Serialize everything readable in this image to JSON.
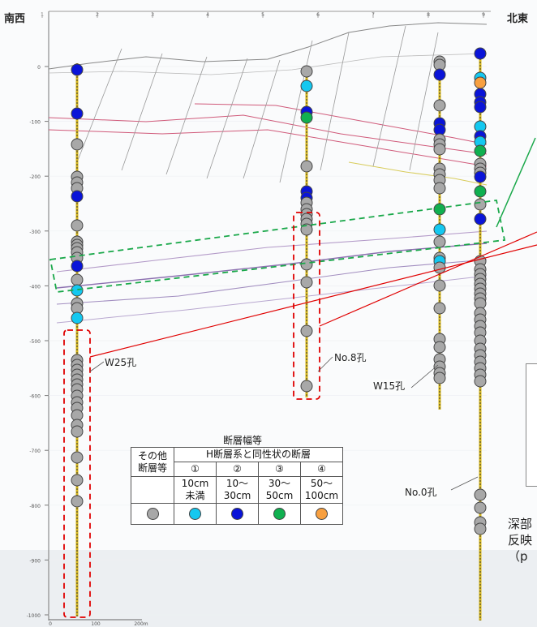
{
  "header": {
    "left_direction": "南西",
    "right_direction": "北東"
  },
  "boreholes": [
    {
      "label": "W25孔"
    },
    {
      "label": "No.8孔"
    },
    {
      "label": "W15孔"
    },
    {
      "label": "No.0孔"
    }
  ],
  "column_numbers": [
    "1",
    "2",
    "3",
    "4",
    "5",
    "6",
    "7",
    "8",
    "9"
  ],
  "depth_ticks": [
    "0",
    "-100",
    "-200",
    "-300",
    "-400",
    "-500",
    "-600",
    "-700",
    "-800",
    "-900",
    "-1000"
  ],
  "legend": {
    "title": "断層幅等",
    "group_header": "H断層系と同性状の断層",
    "other_label_line1": "その他",
    "other_label_line2": "断層等",
    "numbers": [
      "①",
      "②",
      "③",
      "④"
    ],
    "widths": [
      {
        "line1": "10cm",
        "line2": "未満"
      },
      {
        "line1": "10〜",
        "line2": "30cm"
      },
      {
        "line1": "30〜",
        "line2": "50cm"
      },
      {
        "line1": "50〜",
        "line2": "100cm"
      }
    ],
    "colors": [
      "#a8a8a8",
      "#14c8f0",
      "#0a14d8",
      "#10b050",
      "#f8a040"
    ]
  },
  "note": {
    "line1": "深部",
    "line2": "反映",
    "line3": "（p"
  },
  "scale_labels": [
    "0",
    "100",
    "200m"
  ]
}
